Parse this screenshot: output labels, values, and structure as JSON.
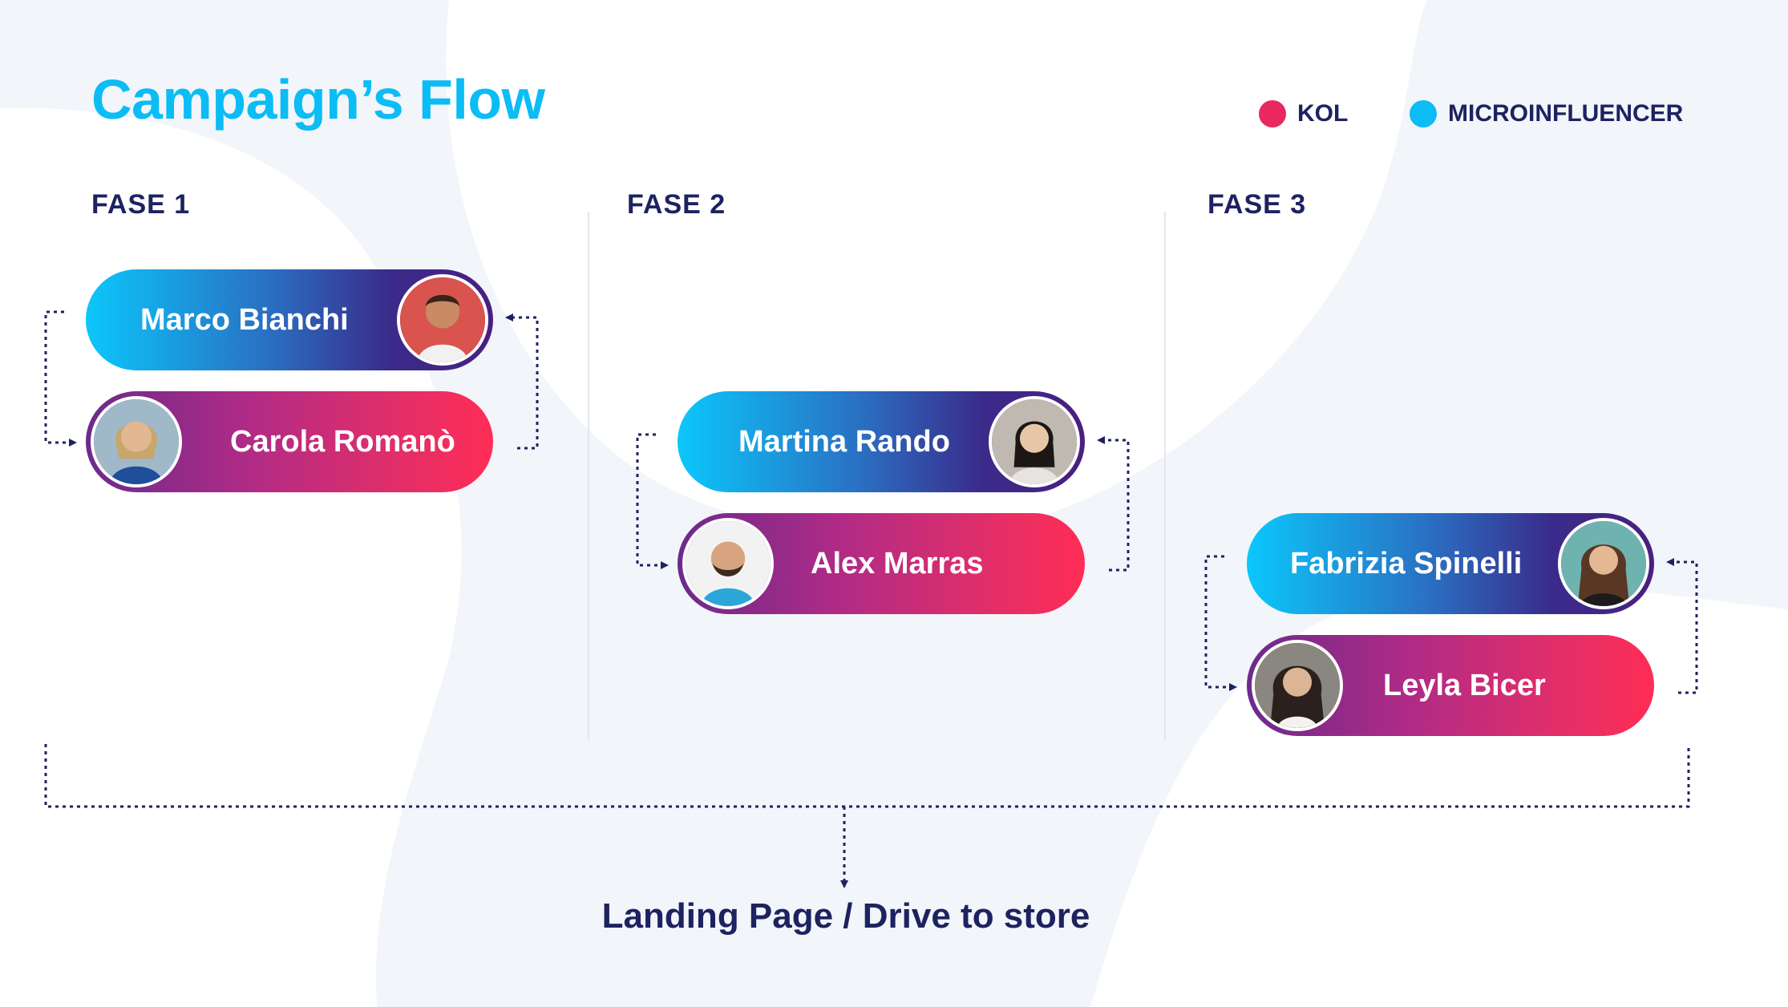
{
  "title": "Campaign’s Flow",
  "legend": [
    {
      "label": "KOL",
      "color": "#e8285f"
    },
    {
      "label": "MICROINFLUENCER",
      "color": "#0bbcf5"
    }
  ],
  "phases": [
    {
      "label": "FASE  1",
      "microinfluencer": {
        "name": "Marco Bianchi"
      },
      "kol": {
        "name": "Carola Romanò"
      }
    },
    {
      "label": "FASE  2",
      "microinfluencer": {
        "name": "Martina Rando"
      },
      "kol": {
        "name": "Alex Marras"
      }
    },
    {
      "label": "FASE  3",
      "microinfluencer": {
        "name": "Fabrizia Spinelli"
      },
      "kol": {
        "name": "Leyla Bicer"
      }
    }
  ],
  "destination": "Landing Page / Drive to store"
}
